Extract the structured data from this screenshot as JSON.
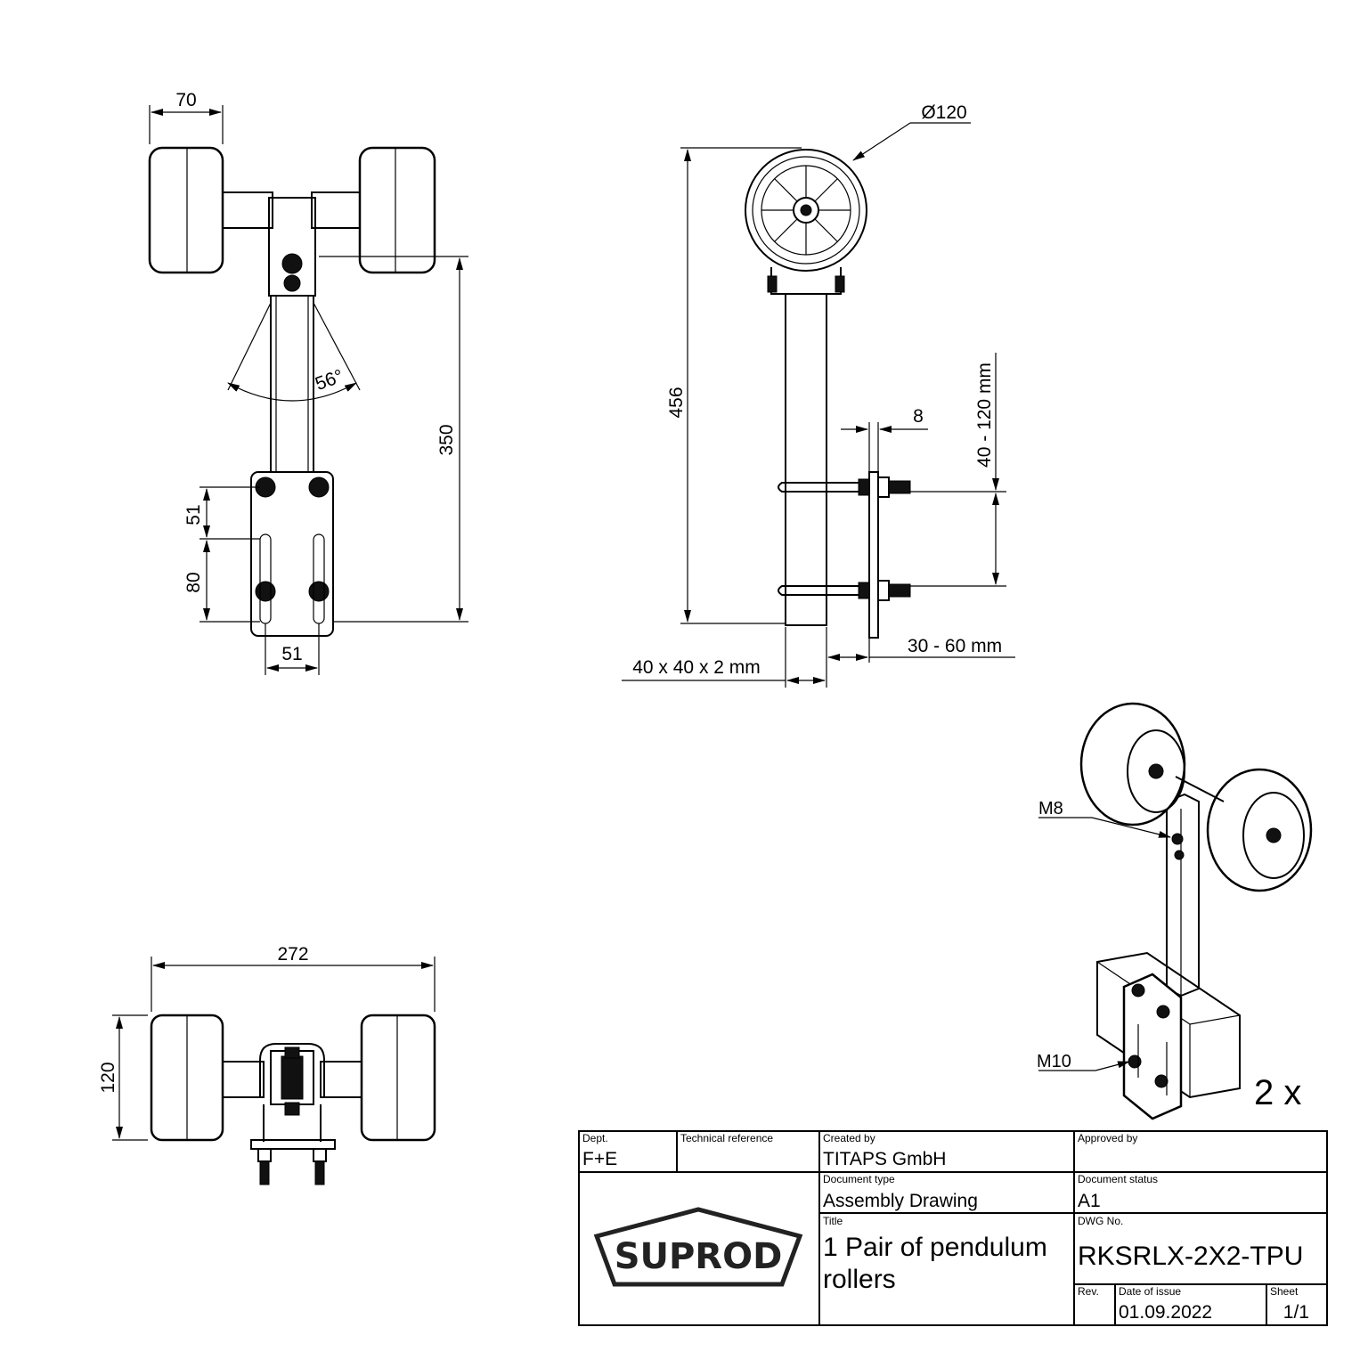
{
  "dimensions": {
    "top_wheel_width": "70",
    "wheel_diameter": "Ø120",
    "angle": "56°",
    "length_350": "350",
    "length_456": "456",
    "clamp_range": "40 - 120 mm",
    "plate_thickness": "8",
    "hole_spacing_v1": "51",
    "hole_spacing_v2": "80",
    "hole_spacing_h": "51",
    "tube_profile": "40 x 40 x 2 mm",
    "offset_range": "30 - 60 mm",
    "total_width": "272",
    "front_height": "120"
  },
  "callouts": {
    "m8": "M8",
    "m10": "M10",
    "quantity": "2 x"
  },
  "title_block": {
    "dept_label": "Dept.",
    "dept_value": "F+E",
    "tech_ref_label": "Technical reference",
    "created_label": "Created by",
    "created_value": "TITAPS GmbH",
    "approved_label": "Approved by",
    "doc_type_label": "Document type",
    "doc_type_value": "Assembly Drawing",
    "doc_status_label": "Document status",
    "doc_status_value": "A1",
    "title_label": "Title",
    "title_line1": "1 Pair of pendulum",
    "title_line2": "rollers",
    "dwg_label": "DWG No.",
    "dwg_value": "RKSRLX-2X2-TPU",
    "rev_label": "Rev.",
    "date_label": "Date of issue",
    "date_value": "01.09.2022",
    "sheet_label": "Sheet",
    "sheet_value": "1/1",
    "logo_text": "SUPROD"
  }
}
